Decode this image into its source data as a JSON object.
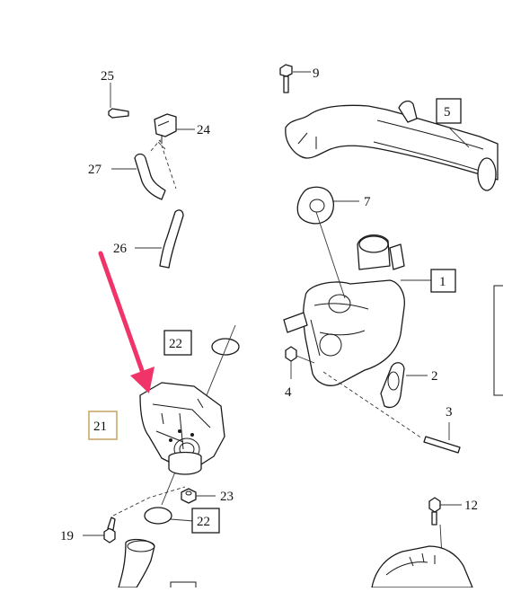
{
  "diagram": {
    "callouts": [
      {
        "id": "c25",
        "label": "25"
      },
      {
        "id": "c24",
        "label": "24"
      },
      {
        "id": "c27",
        "label": "27"
      },
      {
        "id": "c26",
        "label": "26"
      },
      {
        "id": "c22a",
        "label": "22"
      },
      {
        "id": "c21",
        "label": "21"
      },
      {
        "id": "c23",
        "label": "23"
      },
      {
        "id": "c22b",
        "label": "22"
      },
      {
        "id": "c19",
        "label": "19"
      },
      {
        "id": "c9",
        "label": "9"
      },
      {
        "id": "c5",
        "label": "5"
      },
      {
        "id": "c7",
        "label": "7"
      },
      {
        "id": "c1",
        "label": "1"
      },
      {
        "id": "c4",
        "label": "4"
      },
      {
        "id": "c2",
        "label": "2"
      },
      {
        "id": "c3",
        "label": "3"
      },
      {
        "id": "c12",
        "label": "12"
      }
    ],
    "colors": {
      "arrow": "#f0346a",
      "ink": "#1a1a1a",
      "highlight_box": "#c9a86a"
    }
  }
}
